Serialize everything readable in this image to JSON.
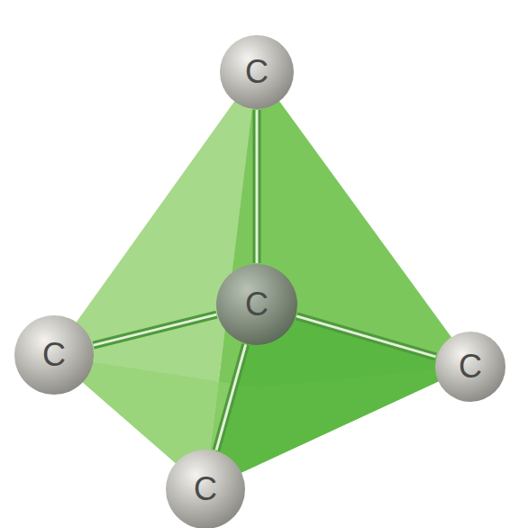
{
  "diagram": {
    "nodes": [
      {
        "text": [
          "C"
        ]
      },
      {
        "text": [
          "C"
        ]
      },
      {
        "text": [
          "C"
        ]
      },
      {
        "text": [
          "C"
        ]
      },
      {
        "text": [
          "C"
        ]
      }
    ],
    "edges": [
      {
        "from": 1,
        "to": 0,
        "arrow": "none"
      },
      {
        "from": 1,
        "to": 2,
        "arrow": "none"
      },
      {
        "from": 1,
        "to": 3,
        "arrow": "none"
      },
      {
        "from": 1,
        "to": 4,
        "arrow": "none"
      }
    ]
  }
}
